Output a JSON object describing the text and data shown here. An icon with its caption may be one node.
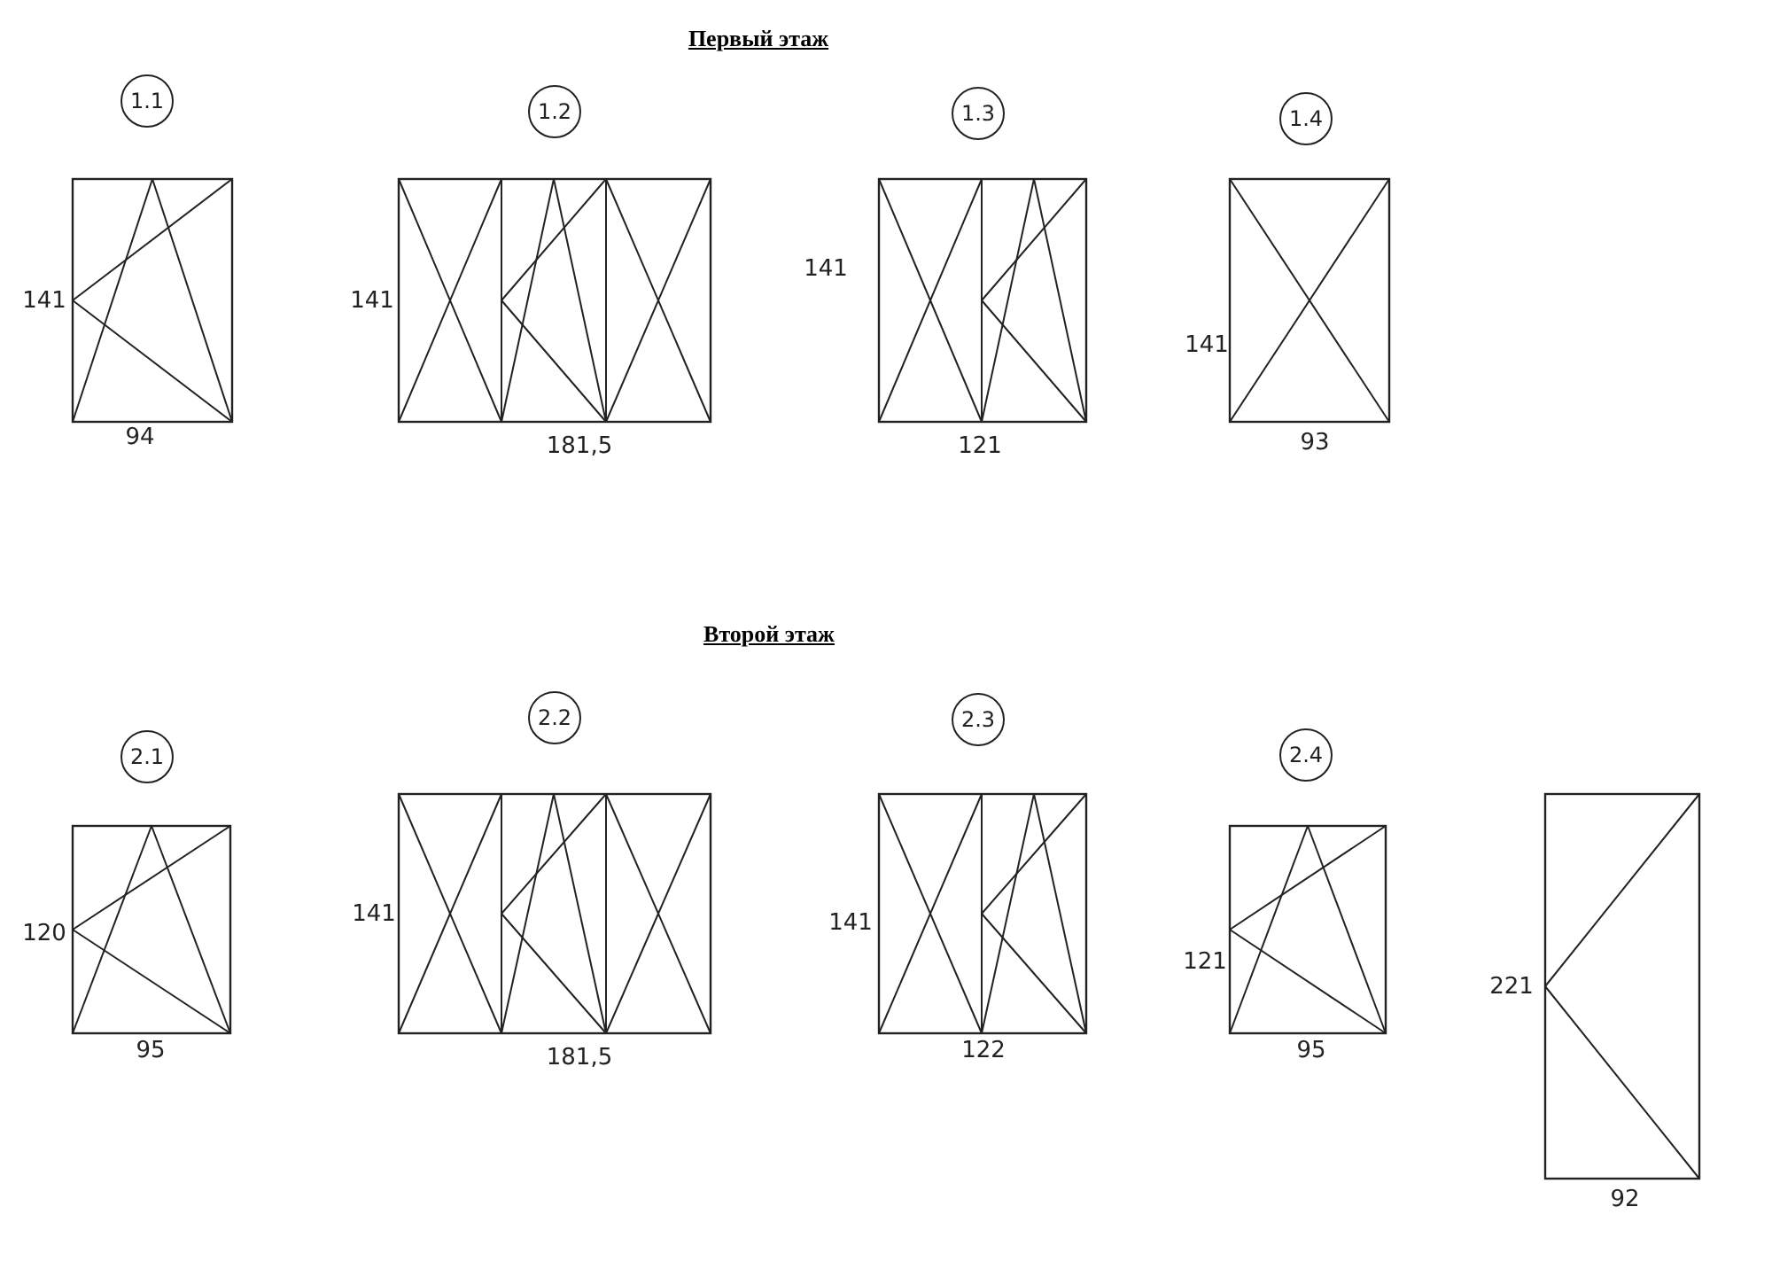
{
  "diagram": {
    "nodes": [
      {
        "text": [
          "1.1"
        ]
      },
      {
        "text": [
          "1.2"
        ]
      },
      {
        "text": [
          "1.3"
        ]
      },
      {
        "text": [
          "1.4"
        ]
      },
      {
        "text": [
          "2.1"
        ]
      },
      {
        "text": [
          "2.2"
        ]
      },
      {
        "text": [
          "2.3"
        ]
      },
      {
        "text": [
          "2.4"
        ]
      }
    ],
    "edges": [],
    "labels": [
      "Первый этаж",
      "141",
      "94",
      "141",
      "181,5",
      "141",
      "121",
      "141",
      "93",
      "Второй этаж",
      "120",
      "95",
      "141",
      "181,5",
      "141",
      "122",
      "121",
      "95",
      "221",
      "92"
    ]
  }
}
